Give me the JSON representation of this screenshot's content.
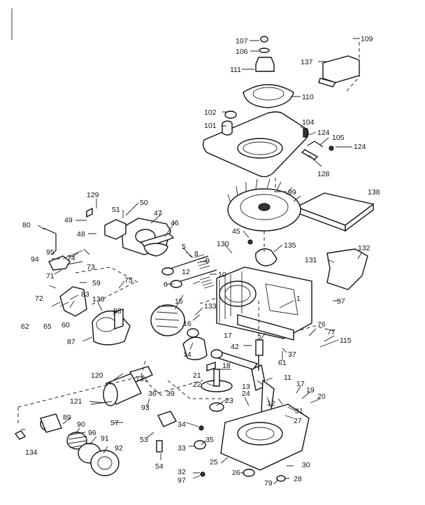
{
  "diagram": {
    "labels": [
      "107",
      "109",
      "106",
      "111",
      "137",
      "110",
      "102",
      "101",
      "104",
      "124",
      "105",
      "124",
      "128",
      "99",
      "138",
      "129",
      "50",
      "51",
      "47",
      "49",
      "48",
      "80",
      "46",
      "45",
      "135",
      "130",
      "132",
      "131",
      "94",
      "95",
      "74",
      "73",
      "71",
      "75",
      "59",
      "72",
      "83",
      "8",
      "9",
      "10",
      "6",
      "5",
      "12",
      "62",
      "65",
      "60",
      "136",
      "88",
      "87",
      "15",
      "133",
      "16",
      "14",
      "17",
      "42",
      "76",
      "77",
      "115",
      "1",
      "2",
      "37",
      "61",
      "18",
      "21",
      "22",
      "13",
      "11",
      "120",
      "73",
      "36",
      "39",
      "121",
      "93",
      "23",
      "24",
      "17",
      "19",
      "20",
      "12",
      "31",
      "27",
      "57",
      "89",
      "90",
      "96",
      "91",
      "92",
      "134",
      "53",
      "34",
      "35",
      "33",
      "54",
      "32",
      "97",
      "25",
      "26",
      "79",
      "28",
      "30",
      "57"
    ]
  }
}
